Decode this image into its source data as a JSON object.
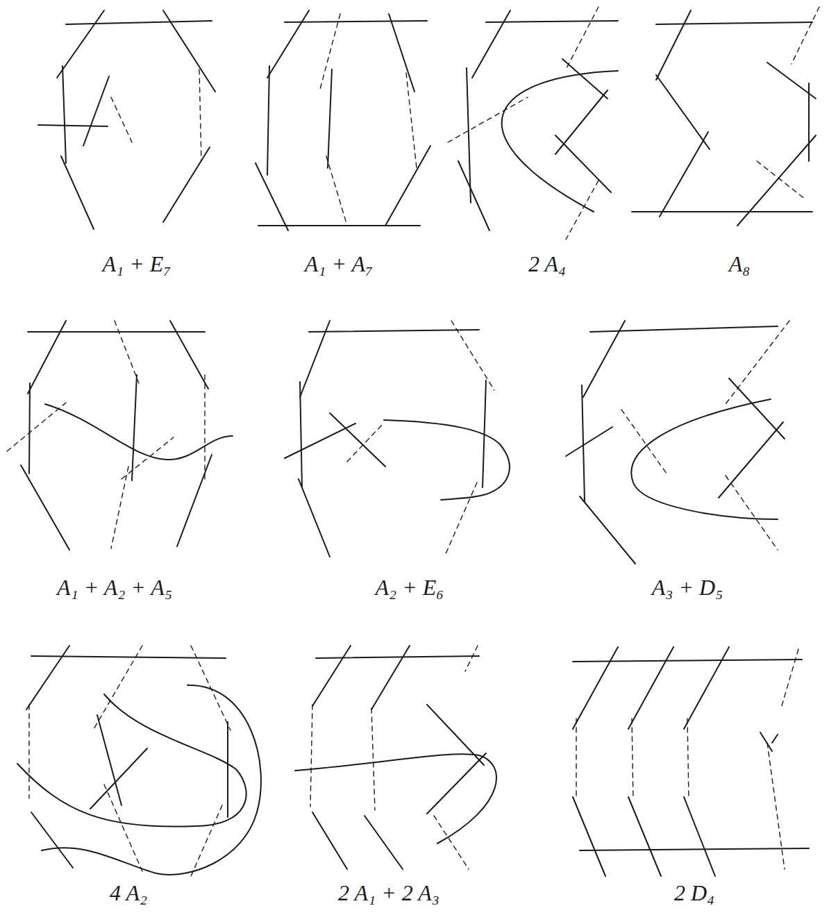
{
  "diagram": {
    "labels": [
      "A₁ + E₇",
      "A₁ + A₇",
      "2 A₄",
      "A₈",
      "A₁ + A₂ + A₅",
      "A₂ + E₆",
      "A₃ + D₅",
      "4 A₂",
      "2 A₁ + 2 A₃",
      "2 D₄"
    ]
  }
}
